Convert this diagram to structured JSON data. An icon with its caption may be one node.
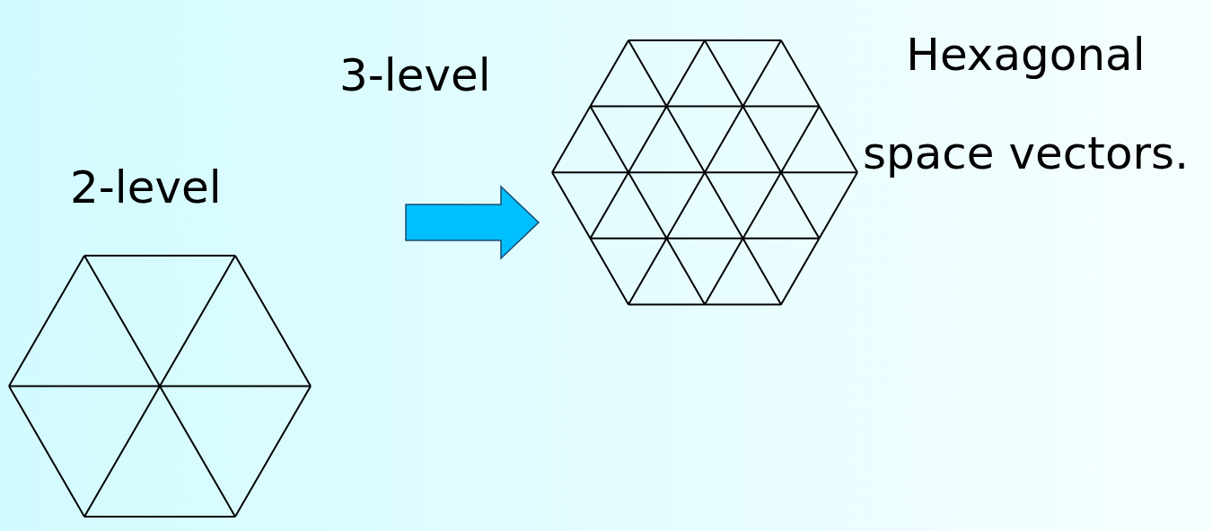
{
  "diagram": {
    "title": "Hexagonal space vectors.",
    "nodes": [
      {
        "text": [],
        "shape": "picture",
        "beside": [
          "2-level"
        ]
      },
      {
        "text": [],
        "shape": "picture",
        "beside": [
          "3-level"
        ]
      }
    ],
    "edges": [
      {
        "from": 0,
        "to": 1,
        "arrow": "to",
        "style": "thick",
        "color": "#00bfff"
      }
    ]
  }
}
